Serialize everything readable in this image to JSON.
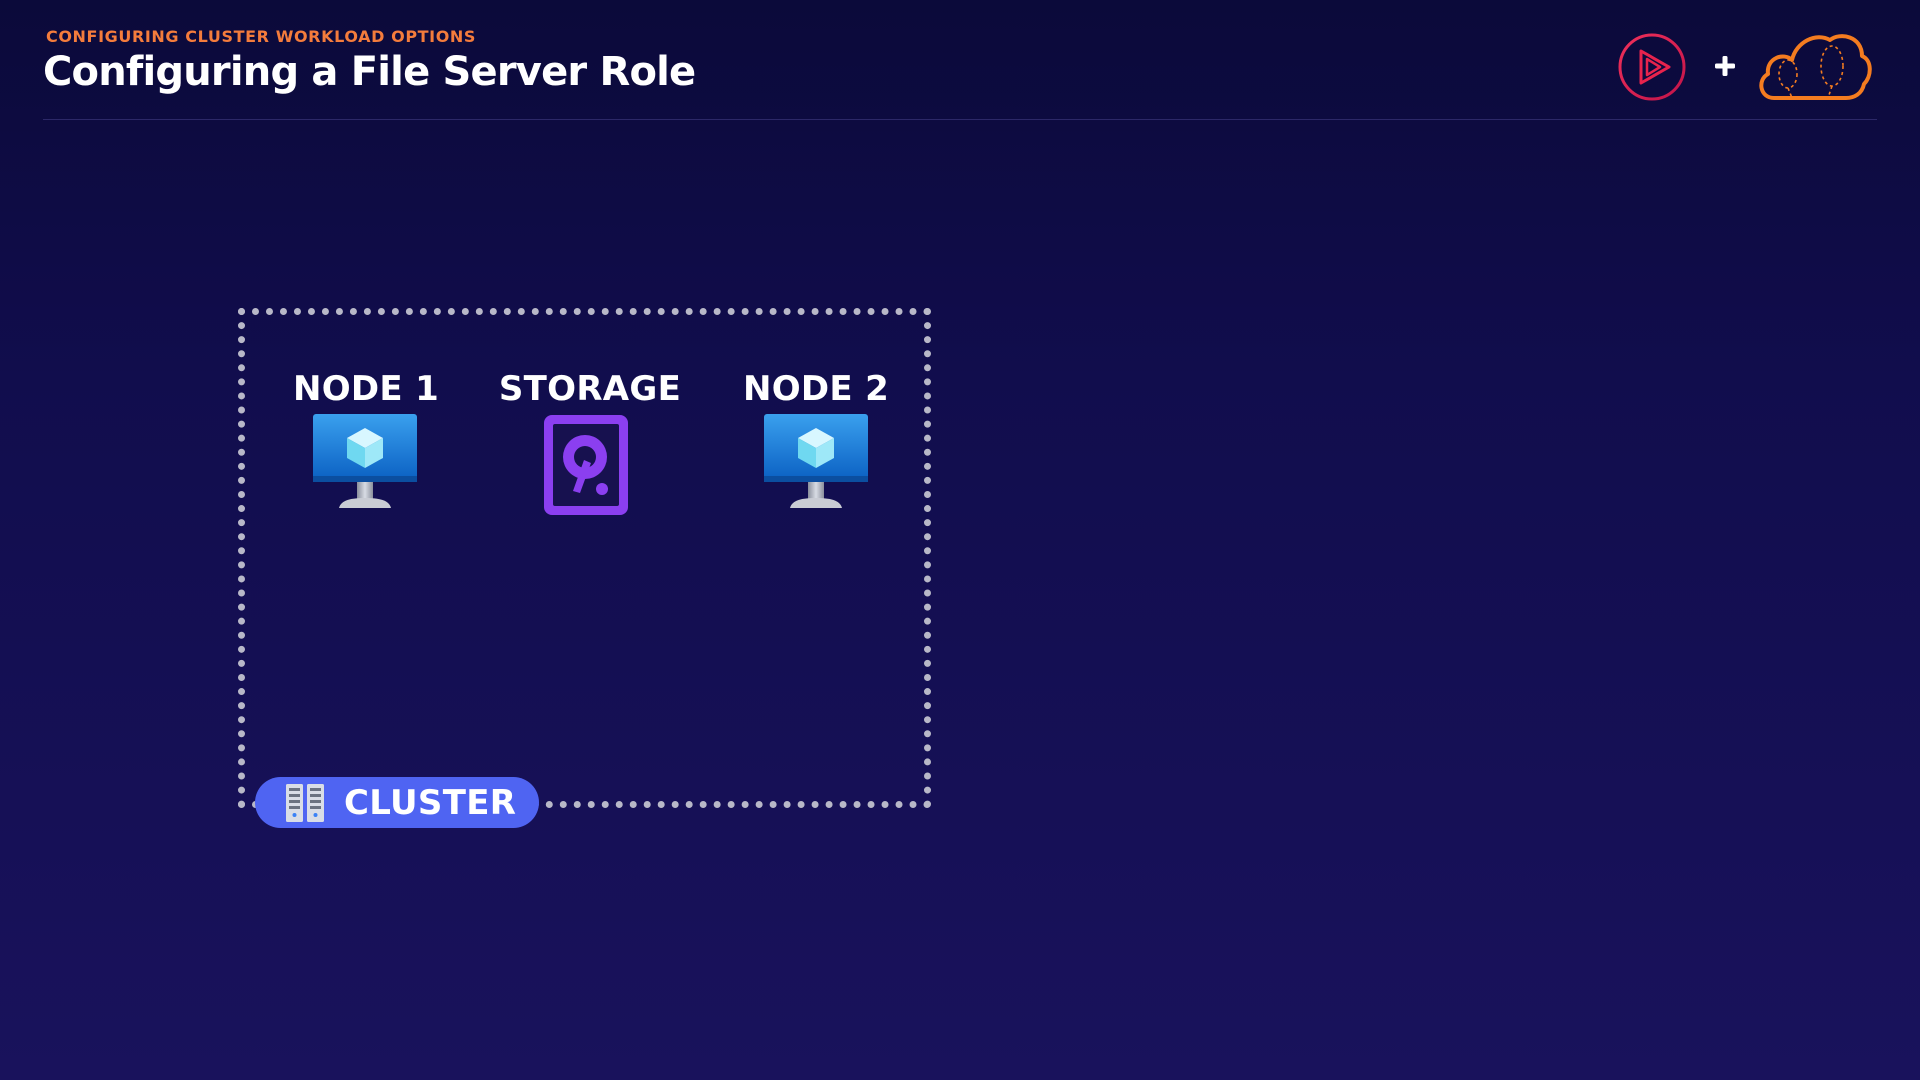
{
  "header": {
    "eyebrow": "CONFIGURING CLUSTER WORKLOAD OPTIONS",
    "title": "Configuring a File Server Role"
  },
  "brand": {
    "play_logo_icon": "pluralsight-play-icon",
    "plus": "+",
    "cloud_logo_icon": "cloud-brand-icon",
    "play_color": "#e8234d",
    "cloud_color": "#f47c20"
  },
  "diagram": {
    "nodes": [
      {
        "label": "NODE 1",
        "icon": "virtual-machine-monitor-icon"
      },
      {
        "label": "STORAGE",
        "icon": "storage-disk-icon"
      },
      {
        "label": "NODE 2",
        "icon": "virtual-machine-monitor-icon"
      }
    ],
    "cluster": {
      "label": "CLUSTER",
      "icon": "server-rack-icon",
      "color": "#4f64f2"
    },
    "boundary_color": "#b8b8c8"
  }
}
